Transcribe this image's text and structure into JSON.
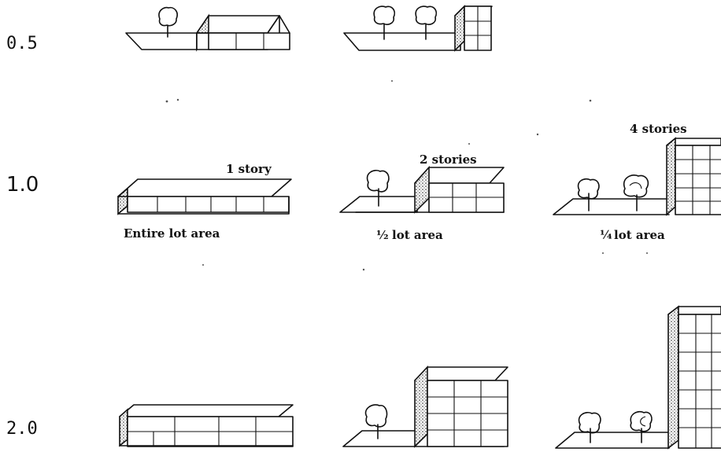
{
  "rows": [
    {
      "far": "0.5"
    },
    {
      "far": "1.0"
    },
    {
      "far": "2.0"
    }
  ],
  "annotations": {
    "one_story": "1 story",
    "two_stories": "2 stories",
    "four_stories": "4 stories",
    "entire_lot": "Entire lot area",
    "half_lot": "lot area",
    "quarter_lot": "lot area",
    "half_fraction": "½",
    "quarter_fraction": "¼"
  }
}
